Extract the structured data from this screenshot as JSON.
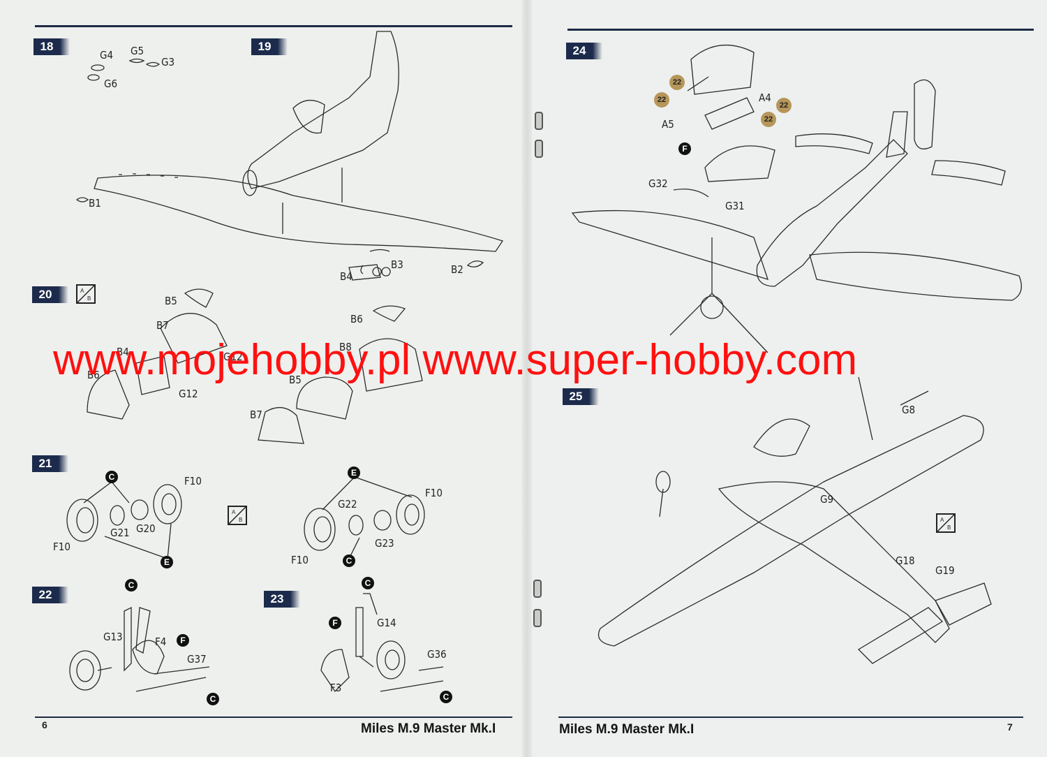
{
  "left_page": {
    "page_number": "6",
    "footer_title": "Miles M.9 Master Mk.I",
    "steps": [
      "18",
      "19",
      "20",
      "21",
      "22",
      "23"
    ],
    "step18_labels": [
      "G4",
      "G5",
      "G3",
      "G6"
    ],
    "step19_labels": [
      "B1",
      "B3",
      "B4",
      "B2"
    ],
    "step20_labels": [
      "B5",
      "B7",
      "B4",
      "B6",
      "G12",
      "G12",
      "B6",
      "B8",
      "B5",
      "B7"
    ],
    "step21_labels": [
      "F10",
      "G21",
      "G20",
      "F10",
      "G22",
      "F10",
      "G23",
      "F10"
    ],
    "step21_markers": [
      "C",
      "E",
      "E",
      "C"
    ],
    "step22_labels": [
      "G13",
      "F4",
      "G37"
    ],
    "step22_markers": [
      "C",
      "F",
      "C"
    ],
    "step23_labels": [
      "G14",
      "G36",
      "F3"
    ],
    "step23_markers": [
      "C",
      "F",
      "C"
    ]
  },
  "right_page": {
    "page_number": "7",
    "footer_title": "Miles M.9 Master Mk.I",
    "steps": [
      "24",
      "25"
    ],
    "step24_labels": [
      "A4",
      "A5",
      "G32",
      "G31"
    ],
    "step24_refs": [
      "22",
      "22",
      "22",
      "22"
    ],
    "step24_markers": [
      "F"
    ],
    "step25_labels": [
      "G8",
      "G9",
      "G18",
      "G19"
    ]
  },
  "watermark": {
    "text": "www.mojehobby.pl www.super-hobby.com",
    "color": "#ff1010"
  },
  "icons": [
    "ab-option-icon"
  ],
  "colors": {
    "step_badge": "#1c2b4c",
    "reference_circle": "#b6965a"
  }
}
